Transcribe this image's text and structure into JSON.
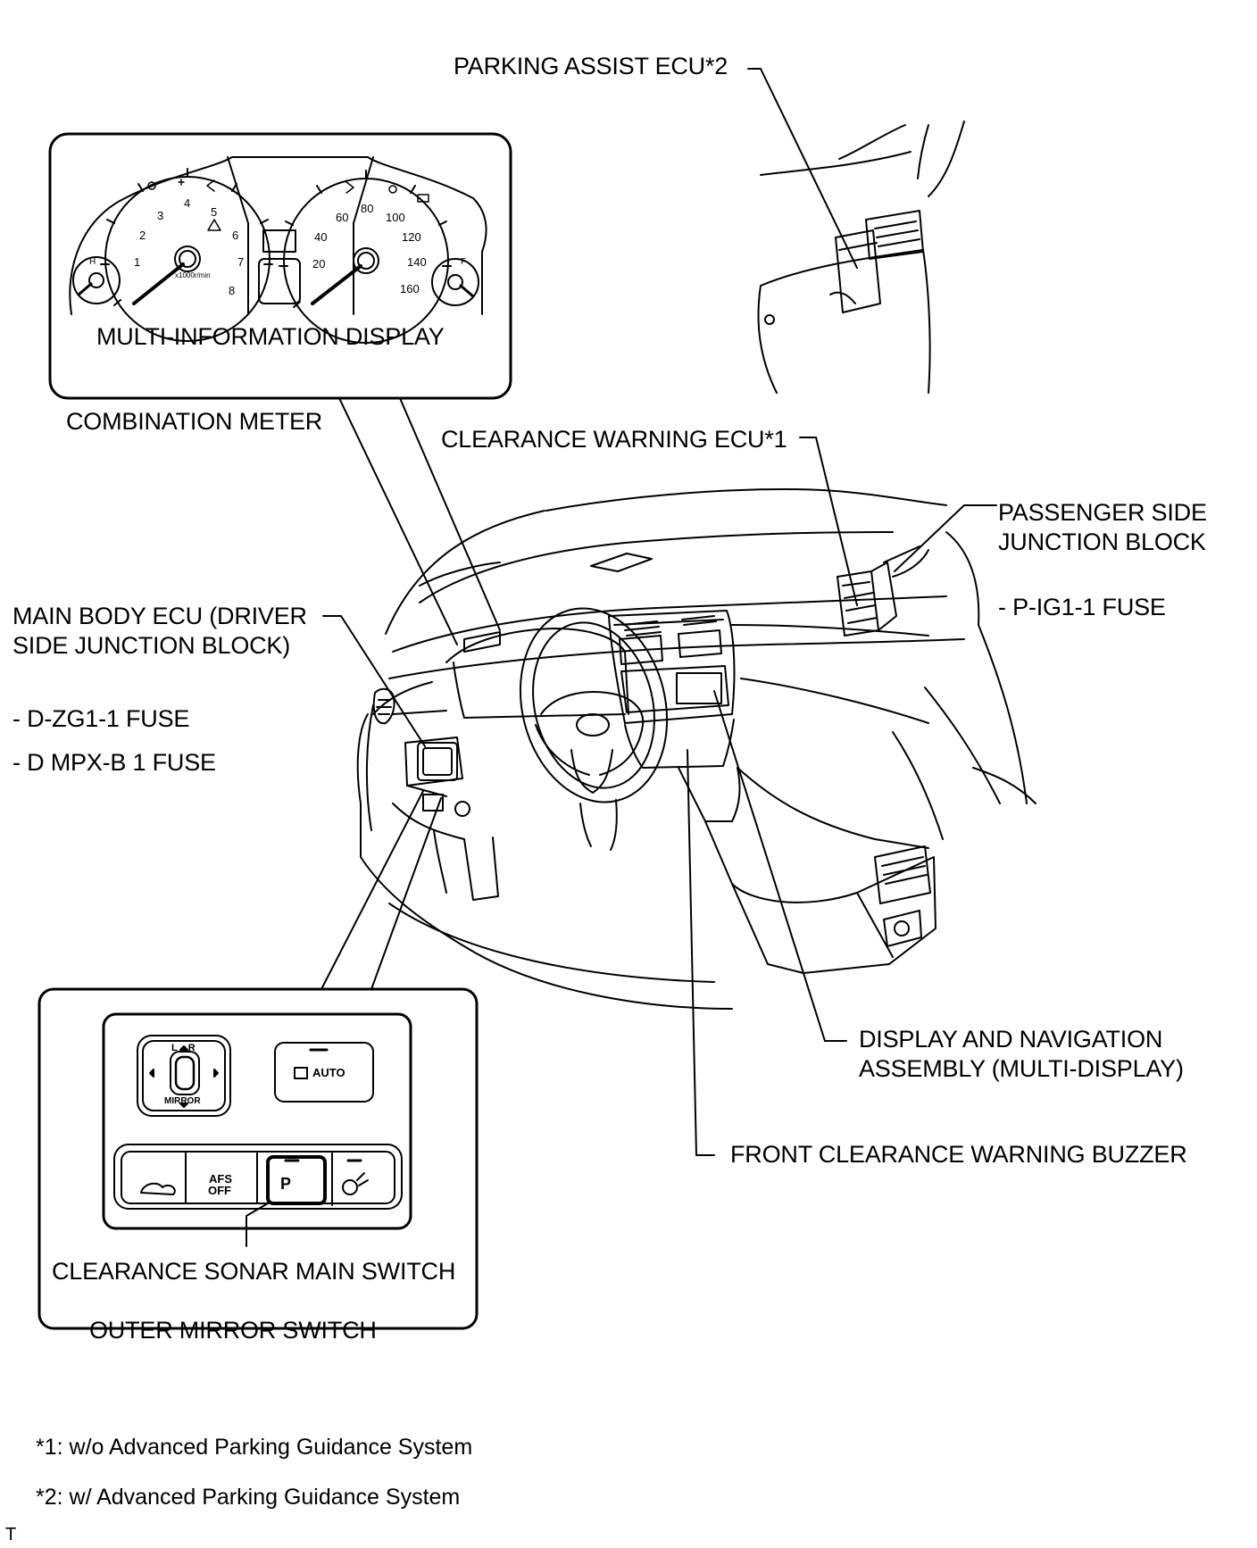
{
  "labels": {
    "parking_assist_ecu": "PARKING ASSIST ECU*2",
    "multi_information_display": "MULTI-INFORMATION DISPLAY",
    "combination_meter": "COMBINATION METER",
    "clearance_warning_ecu": "CLEARANCE WARNING ECU*1",
    "passenger_junction_line1": "PASSENGER SIDE",
    "passenger_junction_line2": "JUNCTION BLOCK",
    "p_ig1_fuse": "- P-IG1-1 FUSE",
    "main_body_ecu_line1": "MAIN BODY ECU (DRIVER",
    "main_body_ecu_line2": "SIDE JUNCTION BLOCK)",
    "d_zg1_fuse": "- D-ZG1-1 FUSE",
    "d_mpx_fuse": "- D MPX-B 1 FUSE",
    "display_nav_line1": "DISPLAY AND NAVIGATION",
    "display_nav_line2": "ASSEMBLY (MULTI-DISPLAY)",
    "front_buzzer": "FRONT CLEARANCE WARNING BUZZER",
    "clearance_sonar_switch": "CLEARANCE SONAR MAIN SWITCH",
    "outer_mirror_switch": "OUTER MIRROR SWITCH"
  },
  "notes": {
    "note1": "*1: w/o Advanced Parking Guidance System",
    "note2": "*2: w/ Advanced Parking Guidance System",
    "corner_mark": "T"
  },
  "switch_panel": {
    "mirror_text": "MIRROR",
    "left_right": "L    R",
    "auto_text": "AUTO",
    "afs_line1": "AFS",
    "afs_line2": "OFF",
    "p_symbol": "P"
  },
  "gauges": {
    "tach_numbers": [
      "1",
      "2",
      "3",
      "4",
      "5",
      "6",
      "7",
      "8"
    ],
    "tach_unit": "x1000r/min",
    "speedo_numbers": [
      "20",
      "40",
      "60",
      "80",
      "100",
      "120",
      "140",
      "160"
    ],
    "fuel_f": "F",
    "temp_h": "H"
  }
}
